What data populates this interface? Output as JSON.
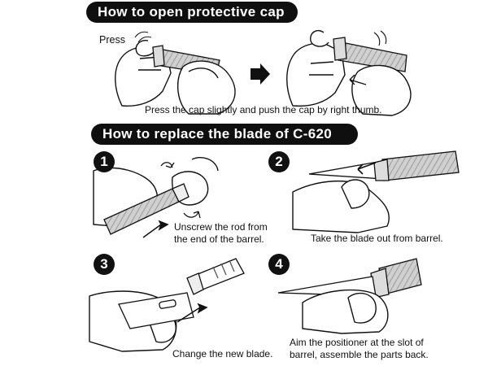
{
  "section1": {
    "title": "How to open protective cap",
    "press_label": "Press",
    "caption": "Press the cap slightly and push the cap by right thumb."
  },
  "section2": {
    "title": "How to replace the blade of C-620",
    "steps": [
      {
        "number": "1",
        "caption_line1": "Unscrew the rod from",
        "caption_line2": "the end of the barrel."
      },
      {
        "number": "2",
        "caption_line1": "Take the blade out from barrel.",
        "caption_line2": ""
      },
      {
        "number": "3",
        "caption_line1": "Change the new blade.",
        "caption_line2": ""
      },
      {
        "number": "4",
        "caption_line1": "Aim the positioner at the slot of",
        "caption_line2": "barrel, assemble the parts back."
      }
    ]
  },
  "icons": [
    "hand-icon",
    "knife-icon",
    "arrow-right-icon",
    "blade-icon",
    "rod-icon",
    "curved-arrow-icon"
  ]
}
